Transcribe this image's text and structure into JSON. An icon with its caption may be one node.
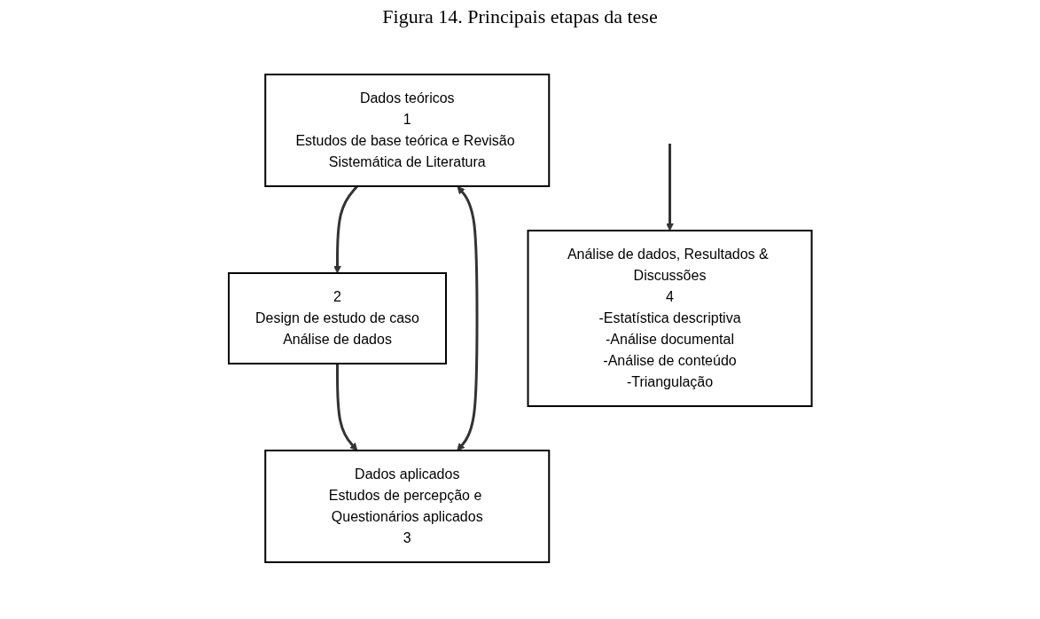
{
  "diagram": {
    "title": "Figura 14. Principais etapas da tese",
    "nodes": [
      {
        "text": [
          "2",
          "Design de estudo de caso",
          "Análise de dados"
        ]
      },
      {
        "text": [
          "Dados teóricos",
          "1",
          "Estudos de base teórica e Revisão Sistemática de Literatura"
        ]
      },
      {
        "text": [
          "Dados aplicados",
          "Estudos de percepção e Questionários aplicados",
          "3"
        ]
      },
      {
        "text": [
          "Análise de dados, Resultados & Discussões",
          "4",
          "-Estatística descriptiva",
          "-Análise documental",
          "-Análise de conteúdo",
          "-Triangulação"
        ]
      }
    ],
    "edges": [
      {
        "from": 1,
        "to": 0,
        "arrow": "to"
      },
      {
        "from": 0,
        "to": 2,
        "arrow": "to"
      },
      {
        "from": 1,
        "to": 2,
        "arrow": "both"
      },
      {
        "from": null,
        "to": 3,
        "arrow": "to"
      }
    ]
  }
}
